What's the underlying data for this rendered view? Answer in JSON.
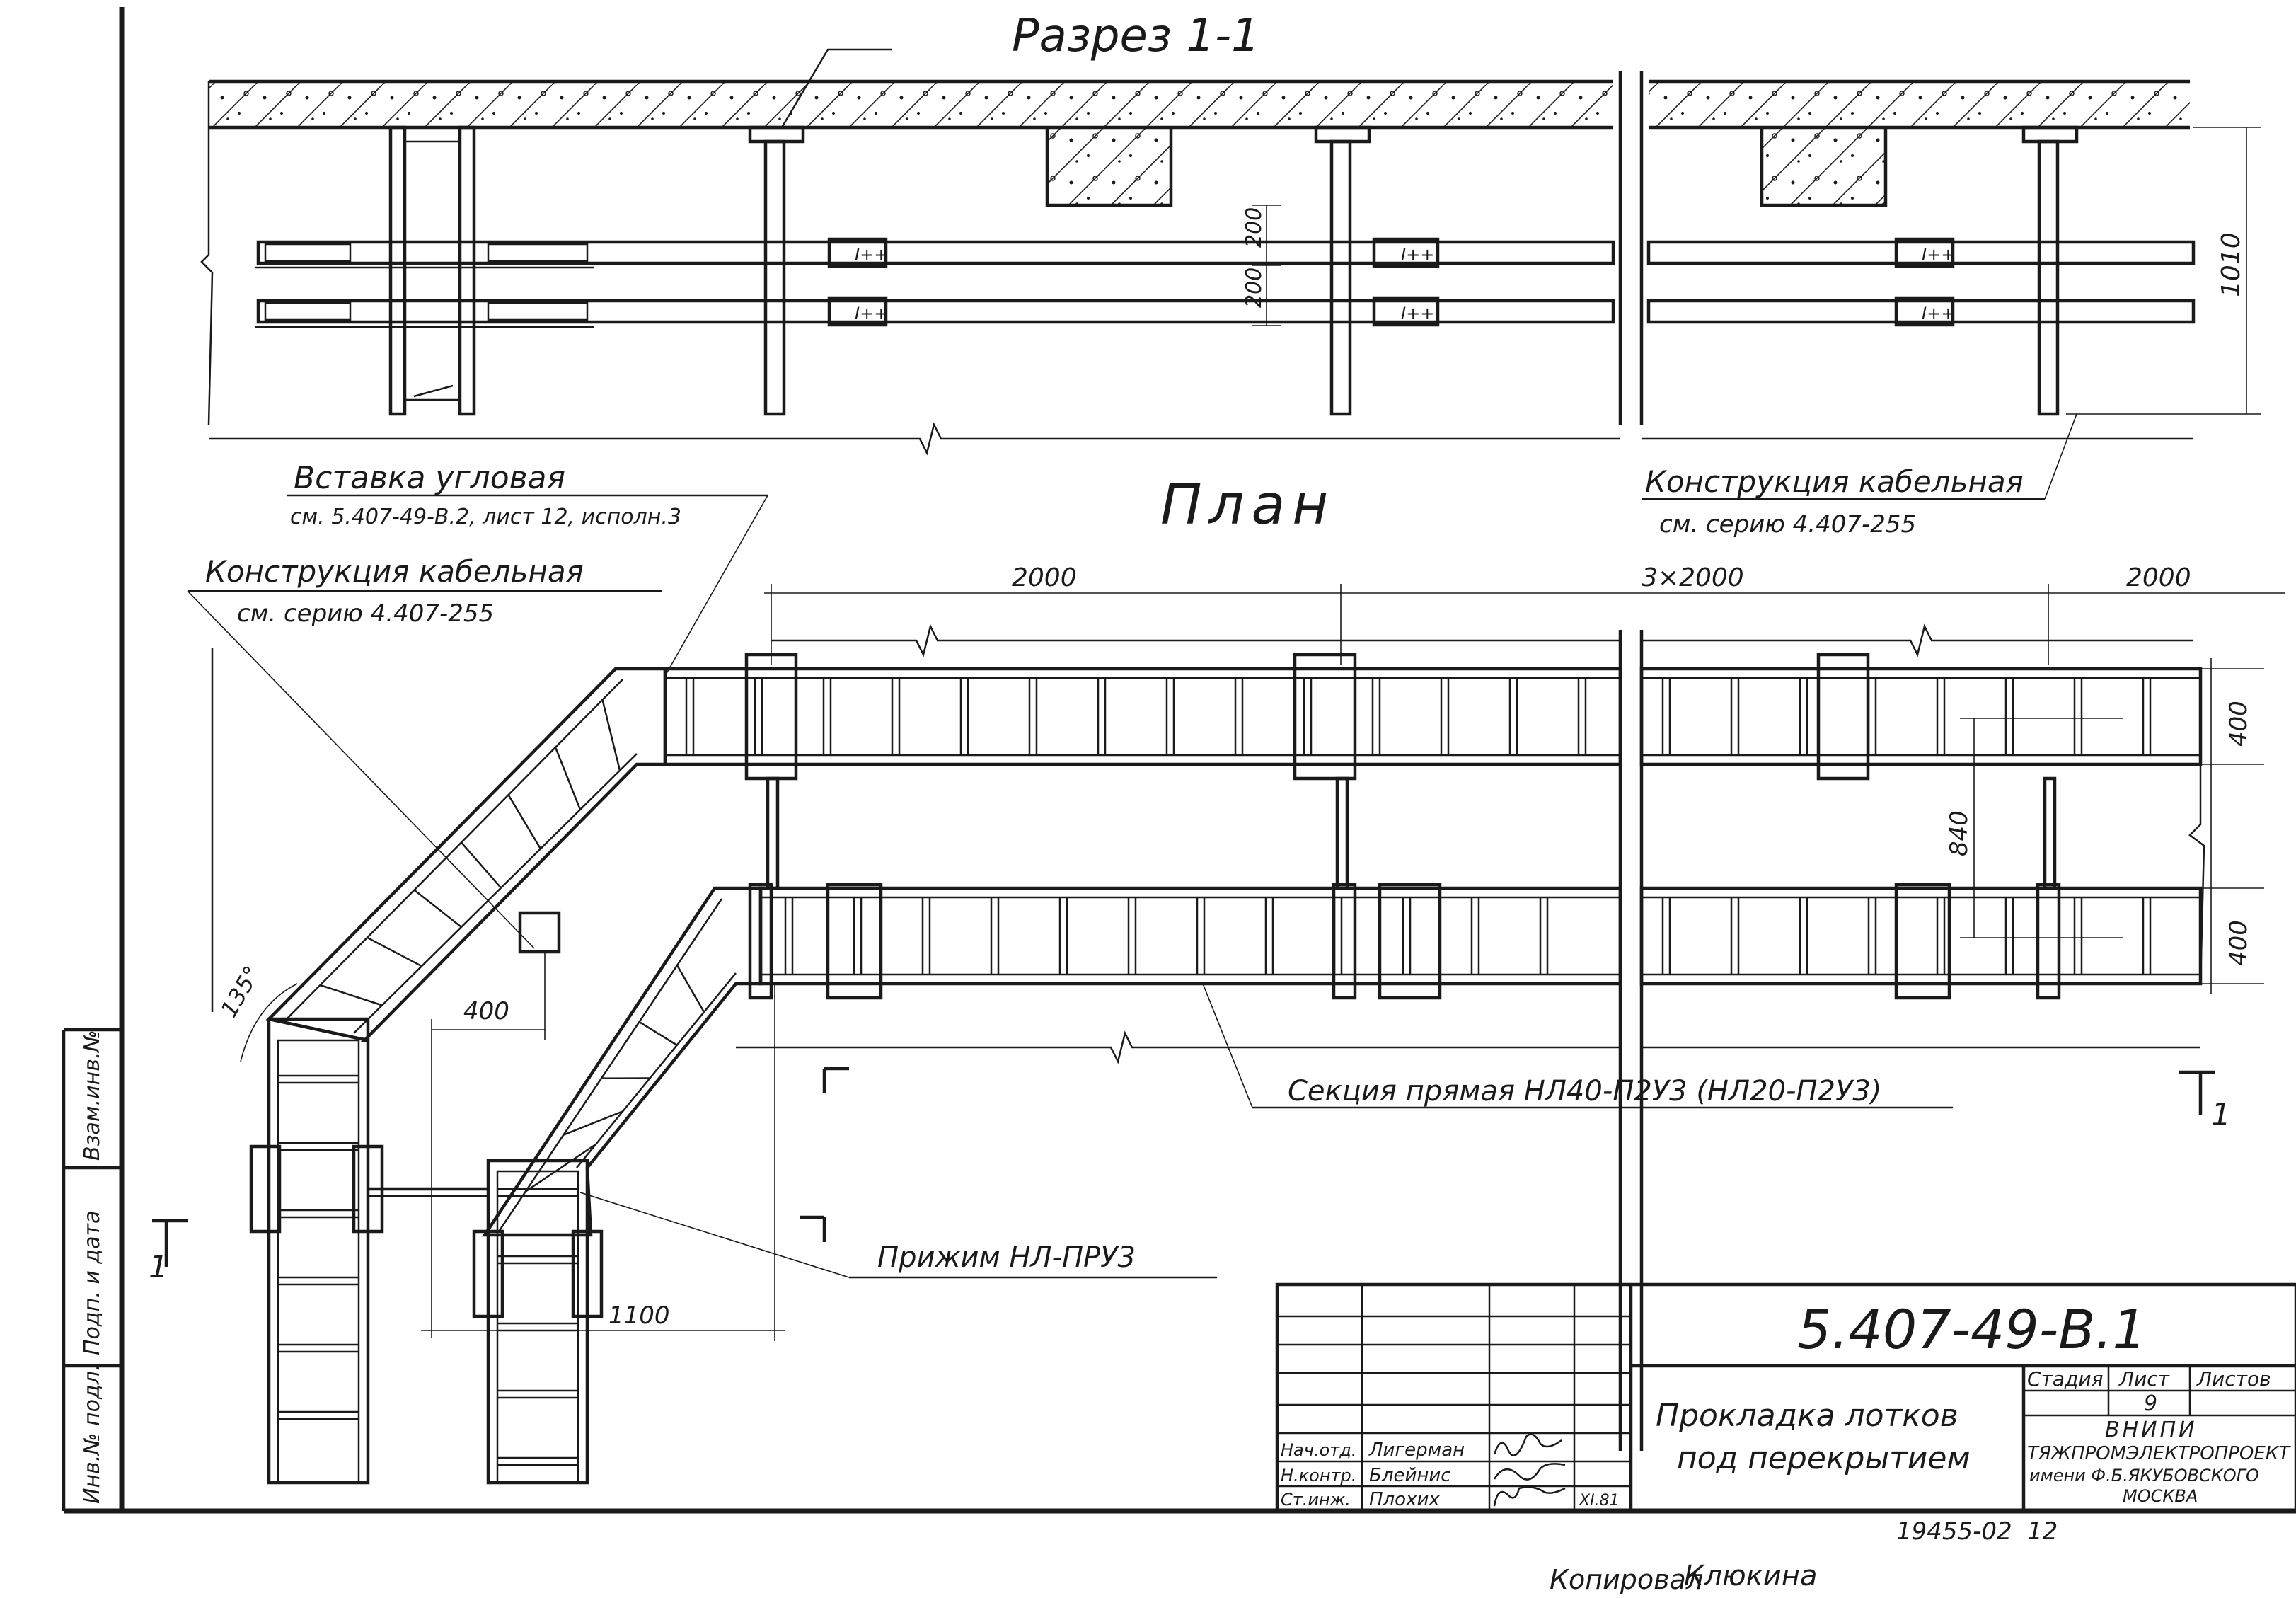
{
  "section_title": "Разрез 1-1",
  "plan_title": "План",
  "labels": {
    "corner_insert_title": "Вставка угловая",
    "corner_insert_ref": "см. 5.407-49-В.2, лист 12, исполн.3",
    "cable_structure_title": "Конструкция кабельная",
    "cable_structure_ref_plan": "см. серию 4.407-255",
    "cable_structure_ref_section": "см. серию 4.407-255",
    "straight_section": "Секция прямая НЛ40-П2У3 (НЛ20-П2У3)",
    "clamp": "Прижим НЛ-ПРУ3"
  },
  "dimensions": {
    "d_200_top": "200",
    "d_200_bottom": "200",
    "d_1010": "1010",
    "d_2000_a": "2000",
    "d_3x2000": "3×2000",
    "d_2000_b": "2000",
    "d_400_top": "400",
    "d_400_bottom": "400",
    "d_840": "840",
    "d_400_mid": "400",
    "d_1100": "1100",
    "angle": "135°"
  },
  "section_marks": {
    "left": "1",
    "right": "1"
  },
  "side_stamps": [
    "Инв.№ подл.",
    "Подп. и дата",
    "Взам.инв.№"
  ],
  "title_block": {
    "doc_code": "5.407-49-В.1",
    "title_line1": "Прокладка лотков",
    "title_line2": "под перекрытием",
    "stage_header": "Стадия",
    "sheet_header": "Лист",
    "sheets_header": "Листов",
    "sheet_no": "9",
    "org_line1": "ВНИПИ",
    "org_line2": "ТЯЖПРОМЭЛЕКТРОПРОЕКТ",
    "org_line3": "имени Ф.Б.ЯКУБОВСКОГО",
    "org_line4": "МОСКВА",
    "roles": [
      {
        "role": "Нач.отд.",
        "name": "Лигерман"
      },
      {
        "role": "Н.контр.",
        "name": "Блейнис"
      },
      {
        "role": "Ст.инж.",
        "name": "Плохих"
      }
    ],
    "date": "XI.81"
  },
  "footer": {
    "archive_no": "19455-02",
    "page_no": "12",
    "copied_label": "Копировал",
    "copied_sign": "Клюкина"
  }
}
